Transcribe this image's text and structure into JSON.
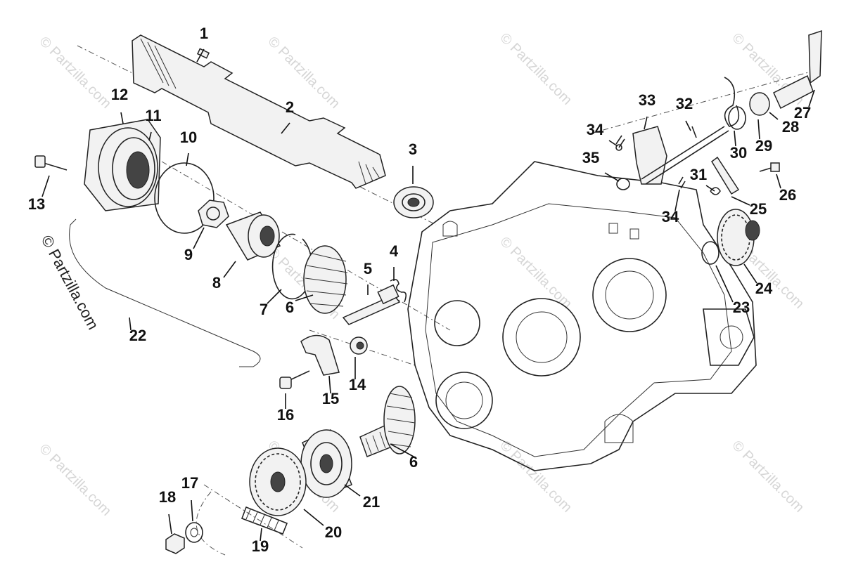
{
  "diagram": {
    "watermark_text": "© Partzilla.com",
    "side_watermark_text": "© Partzilla.com",
    "callouts": [
      "1",
      "2",
      "3",
      "4",
      "5",
      "6",
      "6",
      "7",
      "8",
      "9",
      "10",
      "11",
      "12",
      "13",
      "14",
      "15",
      "16",
      "17",
      "18",
      "19",
      "20",
      "21",
      "22",
      "23",
      "24",
      "25",
      "26",
      "27",
      "28",
      "29",
      "30",
      "31",
      "32",
      "33",
      "34",
      "34",
      "35"
    ]
  }
}
